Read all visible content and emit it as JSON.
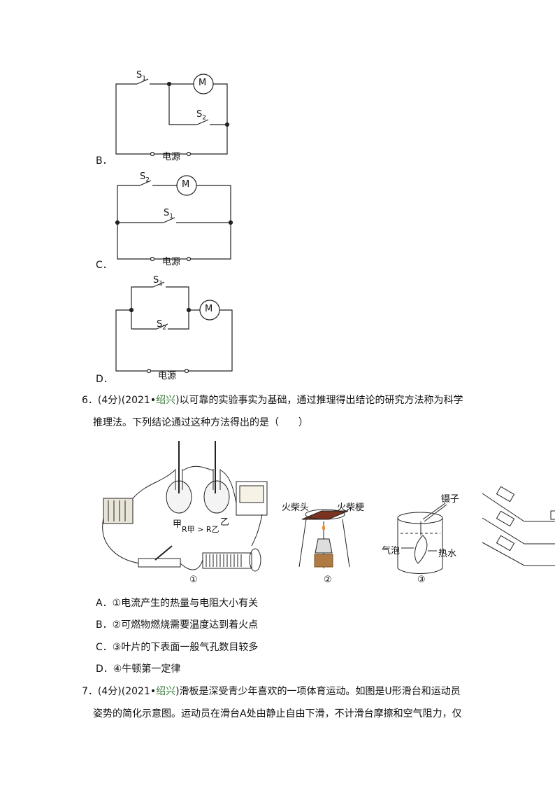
{
  "circuits": [
    {
      "option": "B．",
      "s1": "S",
      "s1_sub": "1",
      "s2": "S",
      "s2_sub": "2",
      "motor": "M",
      "power": "电源"
    },
    {
      "option": "C．",
      "s1": "S",
      "s1_sub": "1",
      "s2": "S",
      "s2_sub": "2",
      "motor": "M",
      "power": "电源"
    },
    {
      "option": "D．",
      "s1": "S",
      "s1_sub": "1",
      "s2": "S",
      "s2_sub": "2",
      "motor": "M",
      "power": "电源"
    }
  ],
  "q6": {
    "prefix": "6．(4分)(2021•",
    "source": "绍兴",
    "line1_rest": ")以可靠的实验事实为基础，通过推理得出结论的研究方法称为科学",
    "line2": "推理法。下列结论通过这种方法得出的是（　　）",
    "figure": {
      "jia": "甲",
      "yi": "乙",
      "r_relation": "R甲 > R乙",
      "match_head": "火柴头",
      "match_stick": "火柴梗",
      "tweezers": "镊子",
      "bubble": "气泡",
      "hot_water": "热水",
      "labels": [
        "①",
        "②",
        "③"
      ]
    },
    "options": [
      "A．①电流产生的热量与电阻大小有关",
      "B．②可燃物燃烧需要温度达到着火点",
      "C．③叶片的下表面一般气孔数目较多",
      "D．④牛顿第一定律"
    ]
  },
  "q7": {
    "prefix": "7．(4分)(2021•",
    "source": "绍兴",
    "line1_rest": ")滑板是深受青少年喜欢的一项体育运动。如图是U形滑台和运动员",
    "line2": "姿势的简化示意图。运动员在滑台A处由静止自由下滑，不计滑台摩擦和空气阻力，仅"
  }
}
